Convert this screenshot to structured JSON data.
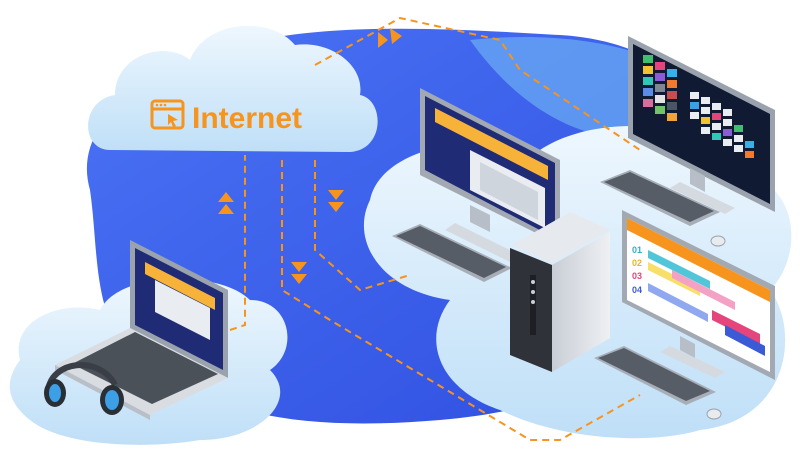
{
  "internet": {
    "label": "Internet",
    "icon": "browser-window-icon"
  },
  "schedule": {
    "rows": [
      "01",
      "02",
      "03",
      "04"
    ]
  },
  "colors": {
    "accent": "#f7941d",
    "blob": "#3d63f2",
    "cloud": "#d7ecfb",
    "screen": "#1a2a6c",
    "link": "#f7941d"
  }
}
